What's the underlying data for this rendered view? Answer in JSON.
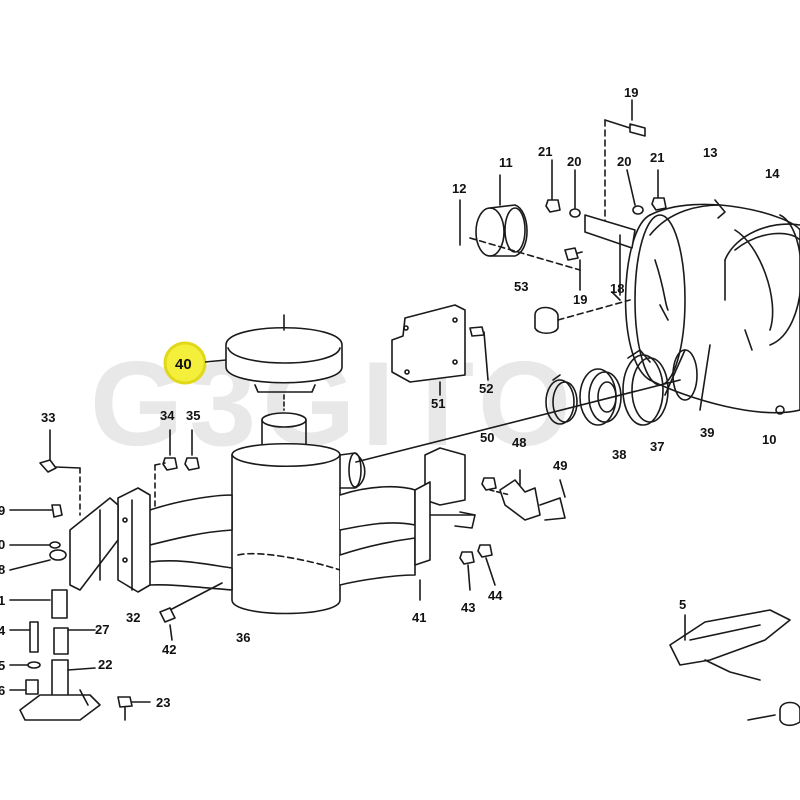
{
  "watermark": "G3GITO",
  "colors": {
    "line": "#1a1a1a",
    "highlight_fill": "#f3ef3a",
    "highlight_ring": "#e2d81a",
    "watermark": "#e8e8e8"
  },
  "highlighted_part": "40",
  "labels": [
    {
      "id": "19",
      "text": "19"
    },
    {
      "id": "21",
      "text": "21"
    },
    {
      "id": "20",
      "text": "20"
    },
    {
      "id": "20b",
      "text": "20"
    },
    {
      "id": "21b",
      "text": "21"
    },
    {
      "id": "13",
      "text": "13"
    },
    {
      "id": "11",
      "text": "11"
    },
    {
      "id": "12",
      "text": "12"
    },
    {
      "id": "14",
      "text": "14"
    },
    {
      "id": "53",
      "text": "53"
    },
    {
      "id": "19b",
      "text": "19"
    },
    {
      "id": "18",
      "text": "18"
    },
    {
      "id": "51",
      "text": "51"
    },
    {
      "id": "52",
      "text": "52"
    },
    {
      "id": "38",
      "text": "38"
    },
    {
      "id": "37",
      "text": "37"
    },
    {
      "id": "39",
      "text": "39"
    },
    {
      "id": "10",
      "text": "10"
    },
    {
      "id": "33",
      "text": "33"
    },
    {
      "id": "34",
      "text": "34"
    },
    {
      "id": "35",
      "text": "35"
    },
    {
      "id": "50",
      "text": "50"
    },
    {
      "id": "48",
      "text": "48"
    },
    {
      "id": "49",
      "text": "49"
    },
    {
      "id": "9",
      "text": "9"
    },
    {
      "id": "0",
      "text": "0"
    },
    {
      "id": "8",
      "text": "8"
    },
    {
      "id": "1",
      "text": "1"
    },
    {
      "id": "4",
      "text": "4"
    },
    {
      "id": "5",
      "text": "5"
    },
    {
      "id": "6",
      "text": "6"
    },
    {
      "id": "32",
      "text": "32"
    },
    {
      "id": "36",
      "text": "36"
    },
    {
      "id": "41",
      "text": "41"
    },
    {
      "id": "43",
      "text": "43"
    },
    {
      "id": "44",
      "text": "44"
    },
    {
      "id": "42",
      "text": "42"
    },
    {
      "id": "27",
      "text": "27"
    },
    {
      "id": "22",
      "text": "22"
    },
    {
      "id": "23",
      "text": "23"
    },
    {
      "id": "5b",
      "text": "5"
    }
  ],
  "callout": {
    "text": "40"
  }
}
